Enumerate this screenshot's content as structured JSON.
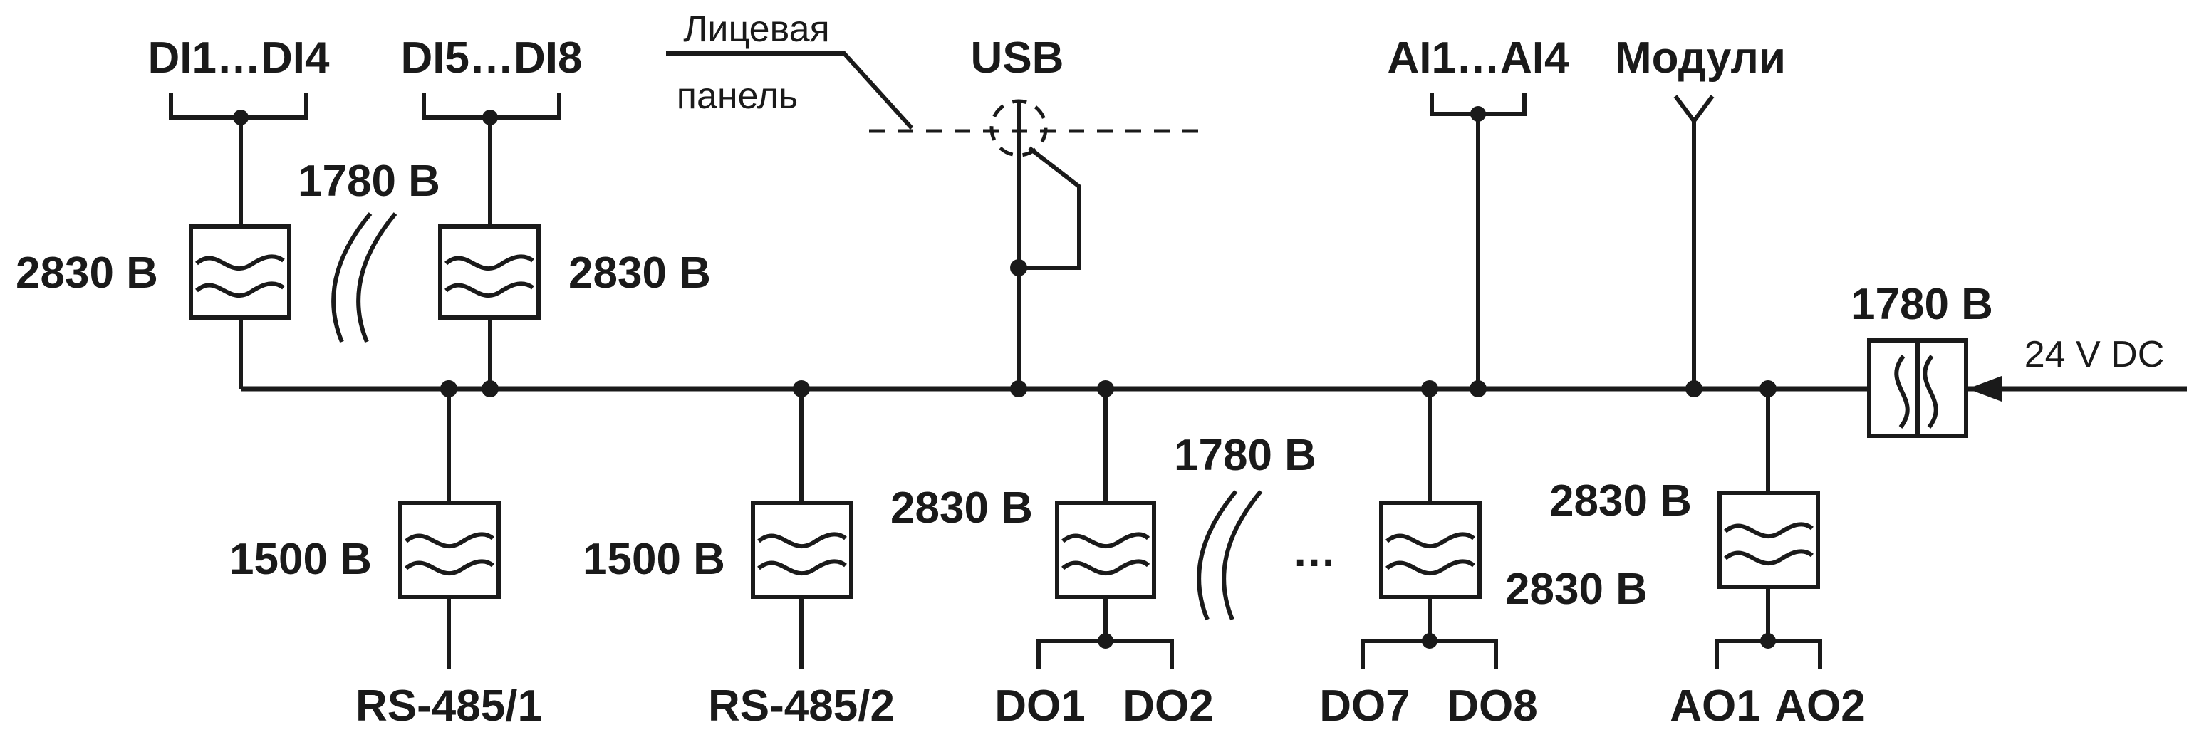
{
  "inputs": {
    "di_1_4": "DI1…DI4",
    "di_5_8": "DI5…DI8",
    "ai_1_4": "AI1…AI4",
    "modules": "Модули",
    "usb": "USB",
    "front_panel_line1": "Лицевая",
    "front_panel_line2": "панель",
    "power": "24 V DC"
  },
  "outputs": {
    "rs485_1": "RS-485/1",
    "rs485_2": "RS-485/2",
    "do1": "DO1",
    "do2": "DO2",
    "do7": "DO7",
    "do8": "DO8",
    "ao1": "AO1",
    "ao2": "AO2",
    "ellipsis": "…"
  },
  "insulation": {
    "di_left_barrier": "2830 В",
    "di_right_barrier": "2830 В",
    "di_between": "1780 В",
    "power_barrier": "1780 В",
    "rs485_1_barrier": "1500 В",
    "rs485_2_barrier": "1500 В",
    "do_left_barrier": "2830 В",
    "do_between": "1780 В",
    "do_right_barrier": "2830 В",
    "ao_barrier": "2830 В"
  }
}
